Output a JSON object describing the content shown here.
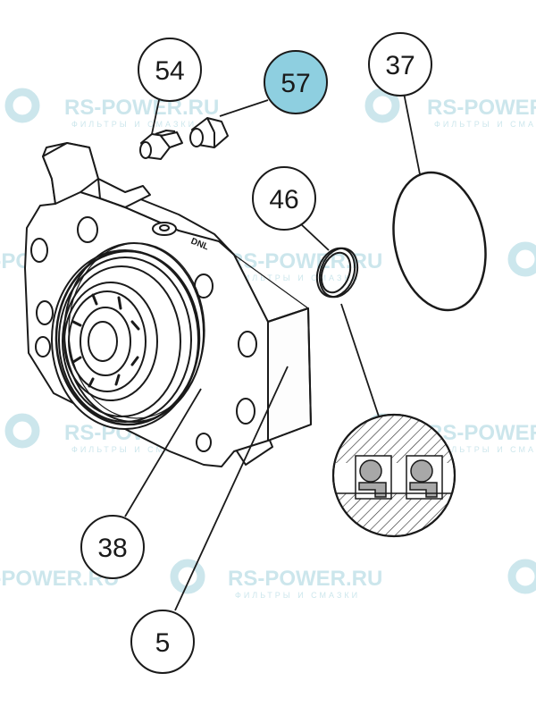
{
  "watermark": {
    "brand": "RS-POWER.RU",
    "tagline": "ФИЛЬТРЫ И СМАЗКИ",
    "color": "#8fc9d6"
  },
  "callouts": [
    {
      "id": "54",
      "label": "54",
      "highlighted": false
    },
    {
      "id": "57",
      "label": "57",
      "highlighted": true
    },
    {
      "id": "37",
      "label": "37",
      "highlighted": false
    },
    {
      "id": "46",
      "label": "46",
      "highlighted": false
    },
    {
      "id": "38",
      "label": "38",
      "highlighted": false
    },
    {
      "id": "5",
      "label": "5",
      "highlighted": false
    }
  ],
  "housing_stamp": "DNL",
  "colors": {
    "highlight": "#8ecfe0",
    "line": "#1a1a1a",
    "seal_fill": "#a8a8a8",
    "hatch": "#333333"
  }
}
